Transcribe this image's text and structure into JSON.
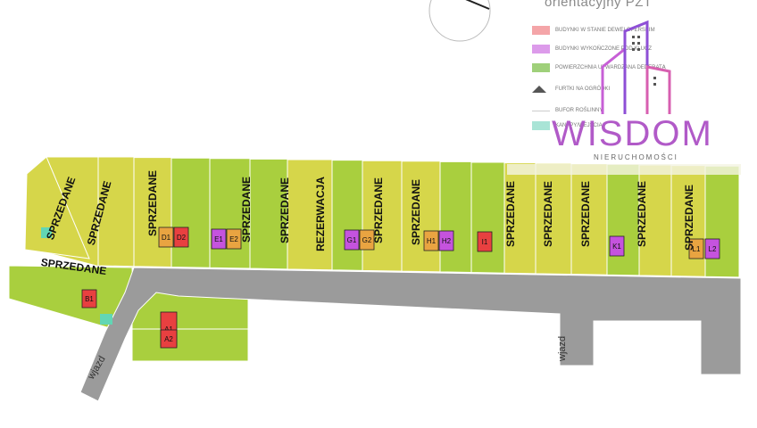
{
  "legend": {
    "title": "orientacyjny PZT",
    "items": [
      {
        "label": "BUDYNKI W STANIE DEWELOPERSKIM",
        "color": "#f4a5a8"
      },
      {
        "label": "BUDYNKI WYKOŃCZONE POD KLUCZ",
        "color": "#dc9bea"
      },
      {
        "label": "POWIERZCHNIA UTWARDZANA DEDERATĄ",
        "color": "#9fd07a"
      },
      {
        "label": "FURTKI NA OGRÓDKI",
        "color": "#555555",
        "icon": "triangle-icon"
      },
      {
        "label": "BUFOR ROŚLINNY",
        "color": "#cccccc"
      },
      {
        "label": "KANAPY/WEJŚCIA",
        "color": "#a9e4d6"
      }
    ]
  },
  "logo": {
    "name": "WISDOM",
    "tagline": "NIERUCHOMOŚCI"
  },
  "colors": {
    "plot_green": "#a9cf3e",
    "plot_yellow": "#d6d64a",
    "road": "#9b9b9b",
    "house_red": "#e84040",
    "house_purple": "#c553de",
    "house_orange": "#e9a441",
    "fog": "#f0e9a4"
  },
  "labels": {
    "sold": "SPRZEDANE",
    "reserved": "REZERWACJA",
    "entry": "wjazd"
  },
  "houses": [
    "A1",
    "A2",
    "B1",
    "D1",
    "D2",
    "E1",
    "E2",
    "G1",
    "G2",
    "H1",
    "H2",
    "I1",
    "K1",
    "L1",
    "L2"
  ]
}
